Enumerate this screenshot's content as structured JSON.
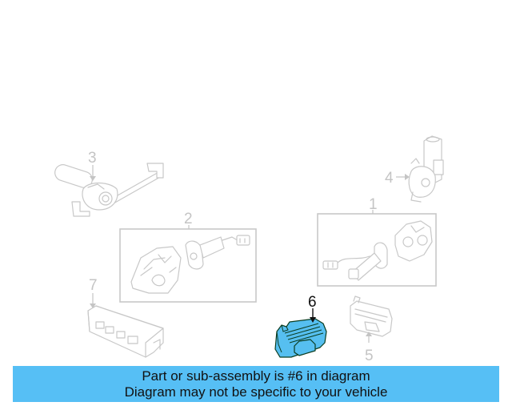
{
  "diagram": {
    "callouts": [
      {
        "number": "1",
        "state": "inactive"
      },
      {
        "number": "2",
        "state": "inactive"
      },
      {
        "number": "3",
        "state": "inactive"
      },
      {
        "number": "4",
        "state": "inactive"
      },
      {
        "number": "5",
        "state": "inactive"
      },
      {
        "number": "6",
        "state": "highlighted"
      },
      {
        "number": "7",
        "state": "inactive"
      }
    ],
    "highlighted_part": "6",
    "highlight_color": "#56bff0",
    "ghost_color": "#c8c8c8"
  },
  "banner": {
    "line1": "Part or sub-assembly is #6 in diagram",
    "line2": "Diagram may not be specific to your vehicle",
    "background_color": "#56bff5"
  }
}
